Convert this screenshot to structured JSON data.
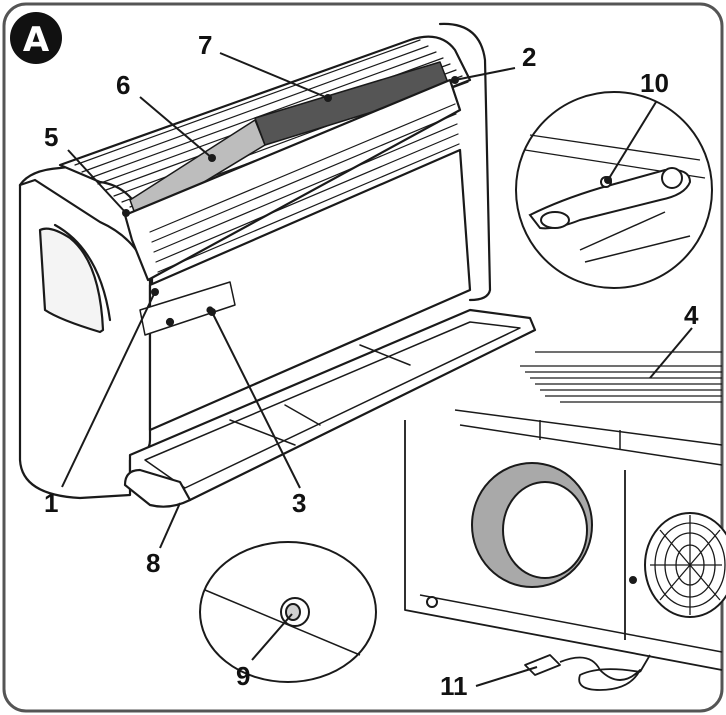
{
  "figure": {
    "badge": "A",
    "callouts": [
      "1",
      "2",
      "3",
      "4",
      "5",
      "6",
      "7",
      "8",
      "9",
      "10",
      "11"
    ]
  },
  "colors": {
    "outline": "#1a1a1a",
    "frame": "#555555",
    "filter_light": "#bdbdbd",
    "filter_dark": "#555555",
    "ring_grey": "#a9a9a9",
    "badge": "#111111"
  }
}
